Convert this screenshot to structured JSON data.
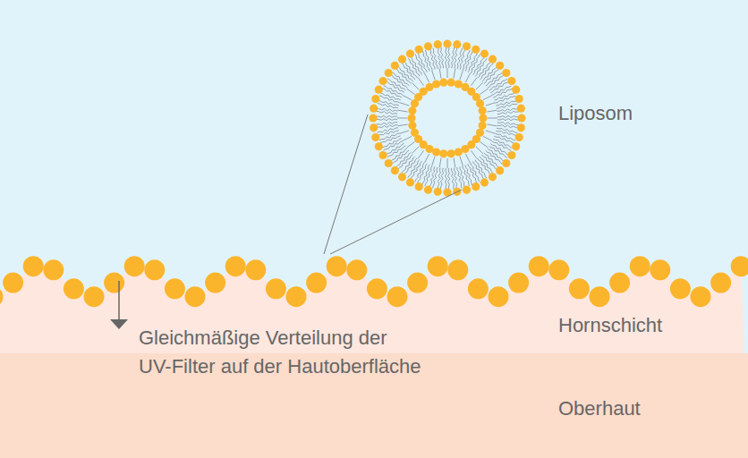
{
  "diagram": {
    "nodes": [
      {
        "text": [
          "Hornschicht"
        ]
      },
      {
        "text": [
          "Oberhaut"
        ]
      }
    ],
    "labels": [
      "Liposom",
      "Gleichmäßige Verteilung der UV-Filter auf der Hautoberfläche"
    ]
  }
}
